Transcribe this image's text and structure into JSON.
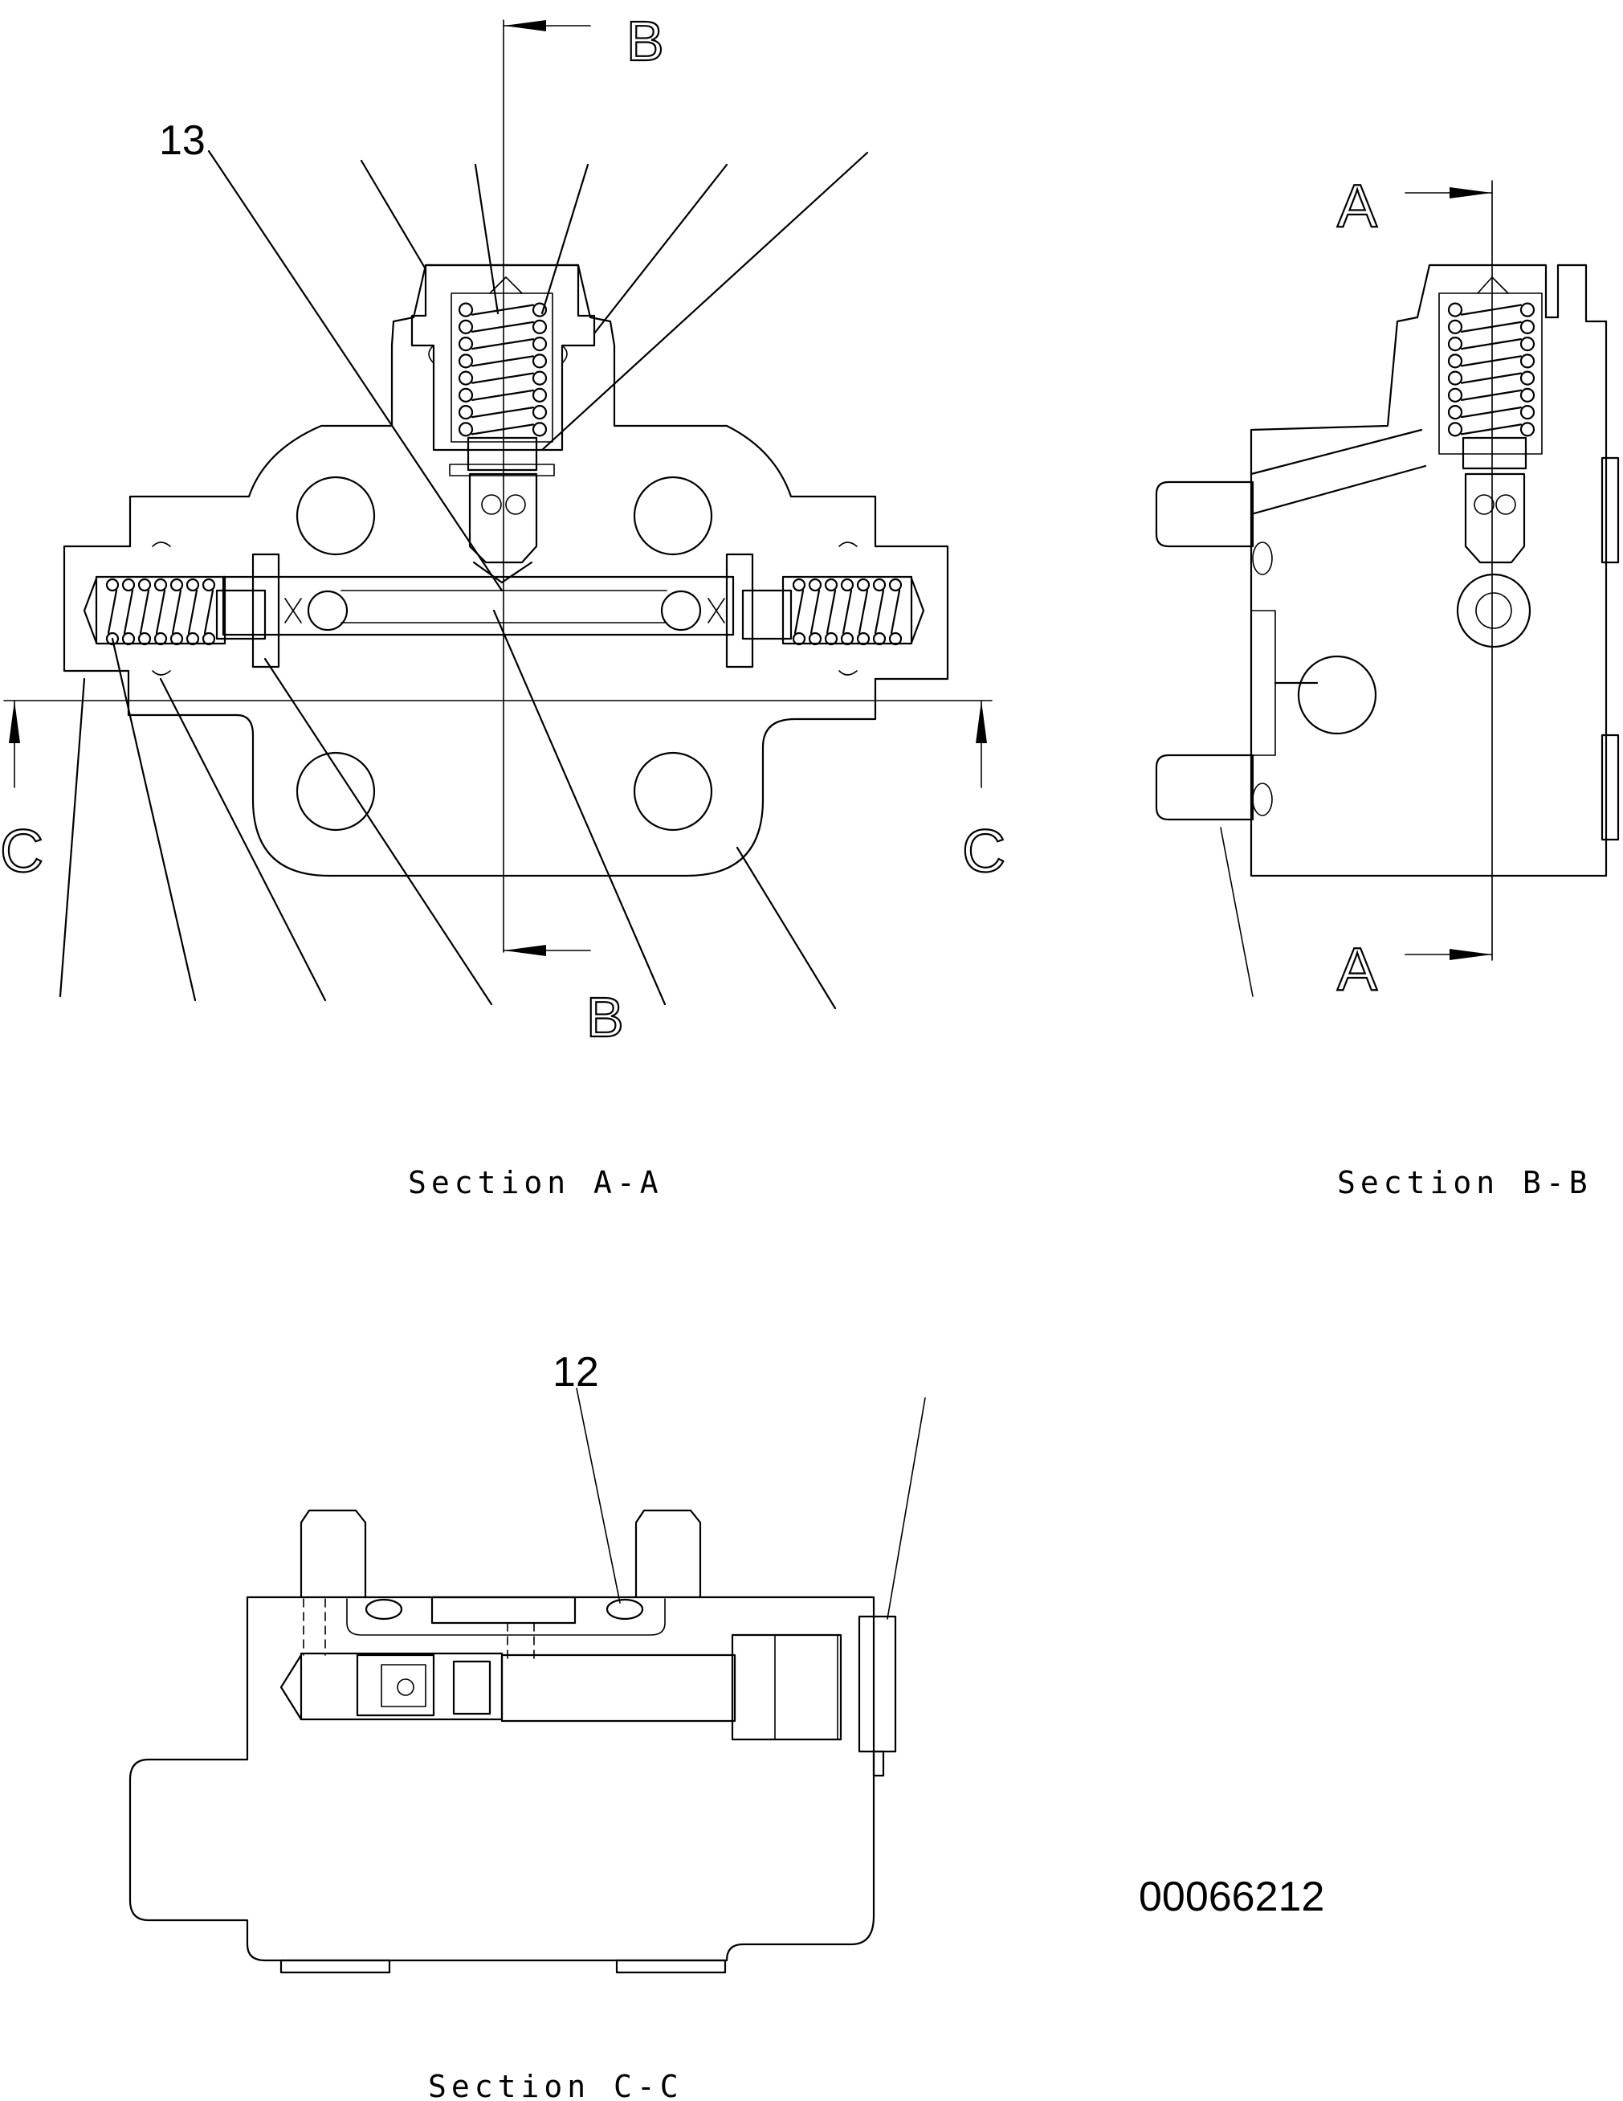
{
  "callouts": {
    "item_13": "13",
    "item_12": "12"
  },
  "section_markers": {
    "a": "A",
    "b": "B",
    "c": "C"
  },
  "captions": {
    "section_aa": "Section A-A",
    "section_bb": "Section B-B",
    "section_cc": "Section C-C"
  },
  "drawing_number": "00066212"
}
